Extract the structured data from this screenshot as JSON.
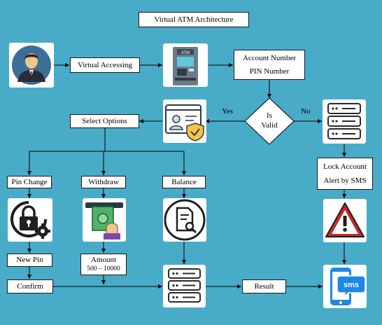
{
  "title": "Virtual ATM Architecture",
  "nodes": {
    "virtual_accessing": "Virtual Accessing",
    "account_number": "Account Number",
    "pin_number": "PIN Number",
    "is": "Is",
    "valid": "Valid",
    "yes": "Yes",
    "no": "No",
    "select_options": "Select Options",
    "pin_change": "Pin Change",
    "withdraw": "Withdraw",
    "balance": "Balance",
    "lock_account": "Lock Account",
    "alert_by_sms": "Alert by SMS",
    "new_pin": "New Pin",
    "confirm": "Confirm",
    "amount": "Amount",
    "amount_range": "500 – 10000",
    "result": "Result",
    "sms_text": "sms"
  },
  "icons": [
    "user-avatar-icon",
    "atm-machine-icon",
    "id-card-verified-icon",
    "server-icon",
    "lock-settings-icon",
    "cash-withdraw-icon",
    "document-search-icon",
    "warning-icon",
    "server-icon",
    "sms-phone-icon"
  ],
  "colors": {
    "background": "#48abc8",
    "box": "#ffffff",
    "line": "#000000",
    "warning": "#c62828",
    "sms": "#1e88e5"
  }
}
